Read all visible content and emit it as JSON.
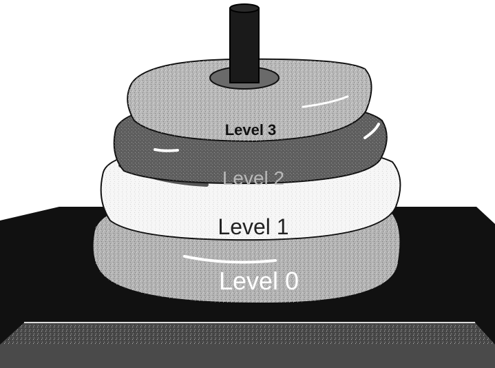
{
  "diagram": {
    "type": "stacked-rings",
    "levels": [
      {
        "label": "Level 0",
        "fill": "#b3b3b3",
        "text_color": "#ffffff"
      },
      {
        "label": "Level 1",
        "fill": "#f6f6f6",
        "text_color": "#222222"
      },
      {
        "label": "Level 2",
        "fill": "#5e5e5e",
        "text_color": "#b8b8b8"
      },
      {
        "label": "Level 3",
        "fill": "#b8b8b8",
        "text_color": "#111111"
      }
    ],
    "base_color": "#111111",
    "pole_color": "#1a1a1a"
  }
}
